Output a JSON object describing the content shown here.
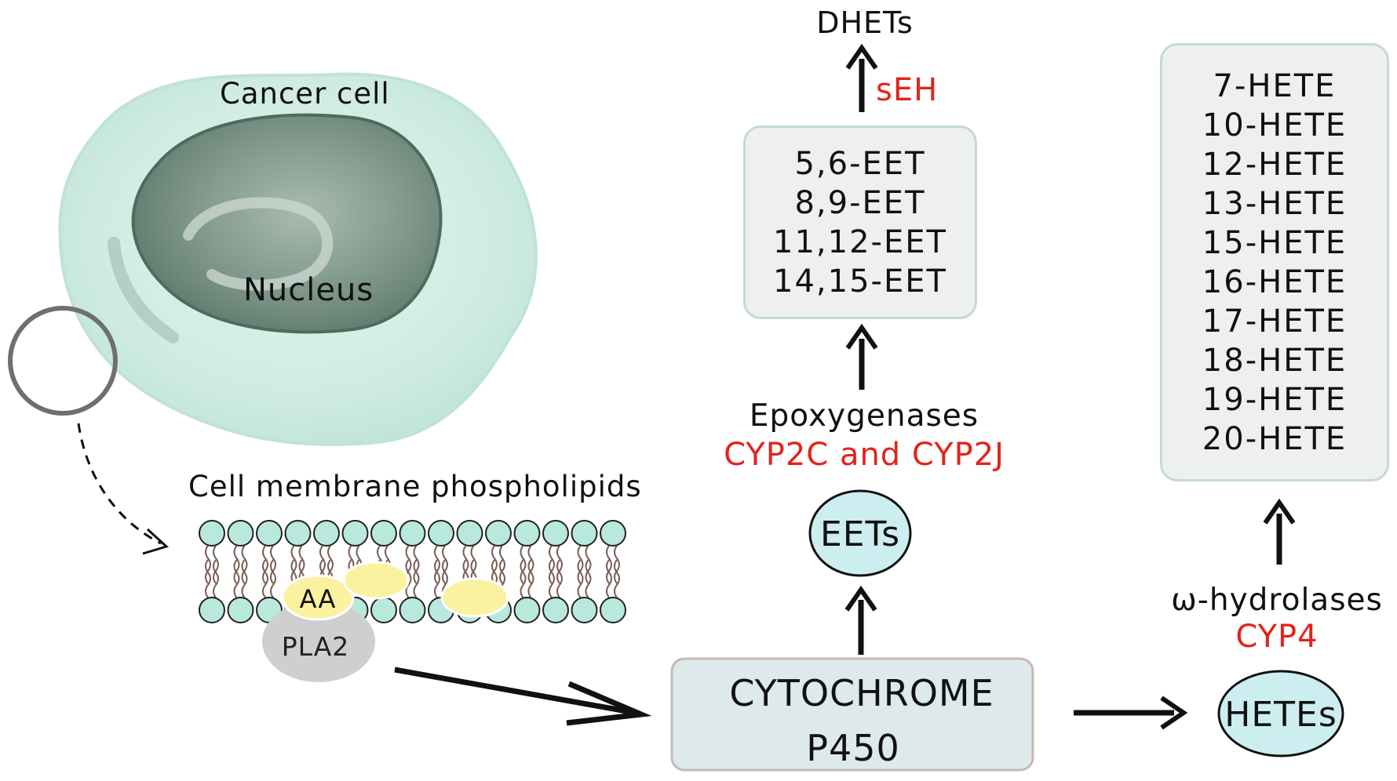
{
  "cell": {
    "cancer_cell_label": "Cancer cell",
    "nucleus_label": "Nucleus"
  },
  "membrane": {
    "title": "Cell membrane phospholipids",
    "aa_label": "AA",
    "pla2_label": "PLA2"
  },
  "cytochrome": {
    "line1": "CYTOCHROME",
    "line2": "P450"
  },
  "eets_branch": {
    "node_label": "EETs",
    "enzyme_class": "Epoxygenases",
    "enzyme_names": "CYP2C and CYP2J",
    "products": [
      "5,6-EET",
      "8,9-EET",
      "11,12-EET",
      "14,15-EET"
    ],
    "metabolizing_enzyme": "sEH",
    "end_product": "DHETs"
  },
  "hetes_branch": {
    "node_label": "HETEs",
    "enzyme_class": "ω-hydrolases",
    "enzyme_names": "CYP4",
    "products": [
      "7-HETE",
      "10-HETE",
      "12-HETE",
      "13-HETE",
      "15-HETE",
      "16-HETE",
      "17-HETE",
      "18-HETE",
      "19-HETE",
      "20-HETE"
    ]
  },
  "colors": {
    "enzyme_red": "#e2231a",
    "node_fill": "#cdeef0",
    "box_fill": "#eef0ef",
    "box_border": "#c4dcc8",
    "cytochrome_fill": "#dde9ea",
    "cytochrome_border": "#c9b7b7",
    "lipid_head": "#b9e8dc",
    "aa_yellow": "#fbf2a0",
    "pla2_gray": "#cfcfcf"
  }
}
